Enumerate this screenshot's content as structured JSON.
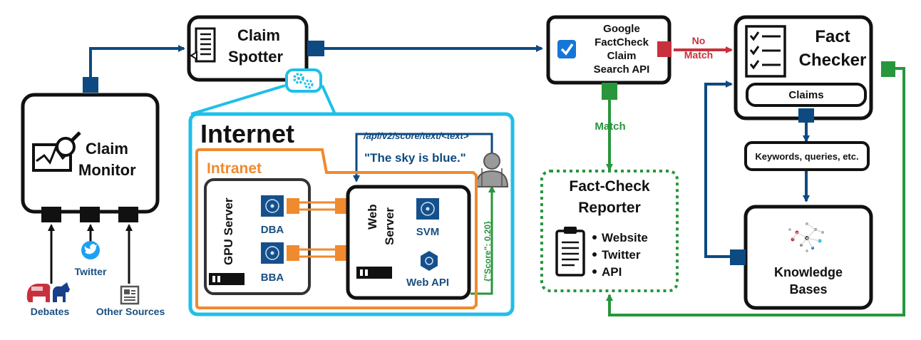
{
  "claim_monitor": {
    "title_line1": "Claim",
    "title_line2": "Monitor",
    "sources": {
      "debates": "Debates",
      "twitter": "Twitter",
      "other": "Other Sources"
    }
  },
  "claim_spotter": {
    "title_line1": "Claim",
    "title_line2": "Spotter"
  },
  "internet": {
    "title": "Internet",
    "api_path": "/api/v2/score/text/<text>",
    "example_text": "\"The sky is blue.\"",
    "score_response": "{\"Score\": 0.20}"
  },
  "intranet": {
    "title": "Intranet",
    "gpu_server": {
      "title": "GPU Server",
      "models": [
        "DBA",
        "BBA"
      ]
    },
    "web_server": {
      "title_line1": "Web",
      "title_line2": "Server",
      "svm": "SVM",
      "web_api": "Web API"
    }
  },
  "google_api": {
    "line1": "Google",
    "line2": "FactCheck",
    "line3": "Claim",
    "line4": "Search API"
  },
  "arrows": {
    "no_match_line1": "No",
    "no_match_line2": "Match",
    "match": "Match"
  },
  "fact_check_reporter": {
    "title_line1": "Fact-Check",
    "title_line2": "Reporter",
    "outputs": [
      "Website",
      "Twitter",
      "API"
    ]
  },
  "fact_checker": {
    "title_line1": "Fact",
    "title_line2": "Checker",
    "claims": "Claims",
    "keywords": "Keywords, queries, etc."
  },
  "knowledge_bases": {
    "title_line1": "Knowledge",
    "title_line2": "Bases"
  },
  "colors": {
    "navy": "#0d4a82",
    "cyan": "#1fbfe8",
    "orange": "#ef8a2e",
    "green": "#27963c",
    "red": "#c8313c",
    "blue_check": "#1576d8",
    "twitter": "#1da1f2"
  }
}
